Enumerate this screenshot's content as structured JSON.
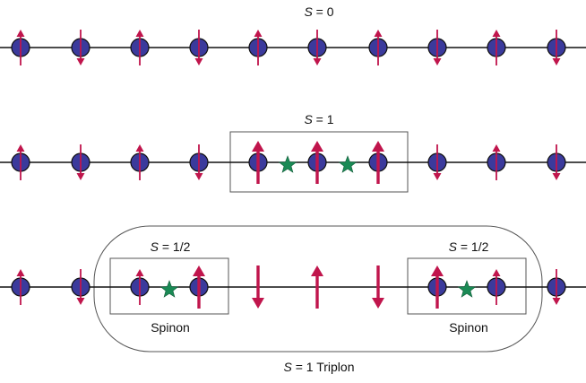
{
  "colors": {
    "line": "#111111",
    "site_fill": "#3b3a9c",
    "site_stroke": "#111111",
    "spin_arrow": "#c0154c",
    "star": "#1a8a55",
    "box_stroke": "#555555"
  },
  "labels": {
    "row1": {
      "s": "S",
      "eq": " = 0"
    },
    "row2": {
      "s": "S",
      "eq": " = 1"
    },
    "row3_left": {
      "s": "S",
      "eq": " = 1/2"
    },
    "row3_right": {
      "s": "S",
      "eq": " = 1/2"
    },
    "spinon_left": "Spinon",
    "spinon_right": "Spinon",
    "triplon": {
      "s": "S",
      "eq": " = 1",
      "name": "Triplon"
    }
  },
  "chains": [
    {
      "spins": [
        "up",
        "down",
        "up",
        "down",
        "up",
        "down",
        "up",
        "down",
        "up",
        "down"
      ],
      "bold": [
        false,
        false,
        false,
        false,
        false,
        false,
        false,
        false,
        false,
        false
      ],
      "empty": [
        false,
        false,
        false,
        false,
        false,
        false,
        false,
        false,
        false,
        false
      ]
    },
    {
      "spins": [
        "up",
        "down",
        "up",
        "down",
        "up",
        "up",
        "up",
        "down",
        "up",
        "down"
      ],
      "bold": [
        false,
        false,
        false,
        false,
        true,
        true,
        true,
        false,
        false,
        false
      ],
      "empty": [
        false,
        false,
        false,
        false,
        false,
        false,
        false,
        false,
        false,
        false
      ]
    },
    {
      "spins": [
        "up",
        "down",
        "up",
        "up",
        "down",
        "up",
        "down",
        "up",
        "up",
        "down"
      ],
      "bold": [
        false,
        false,
        false,
        true,
        true,
        true,
        true,
        true,
        false,
        false
      ],
      "empty": [
        false,
        false,
        false,
        false,
        true,
        true,
        true,
        false,
        false,
        false
      ]
    }
  ],
  "stars": [
    {
      "chain": 1,
      "between": [
        4,
        5
      ]
    },
    {
      "chain": 1,
      "between": [
        5,
        6
      ]
    },
    {
      "chain": 2,
      "between": [
        2,
        3
      ]
    },
    {
      "chain": 2,
      "between": [
        7,
        8
      ]
    }
  ]
}
